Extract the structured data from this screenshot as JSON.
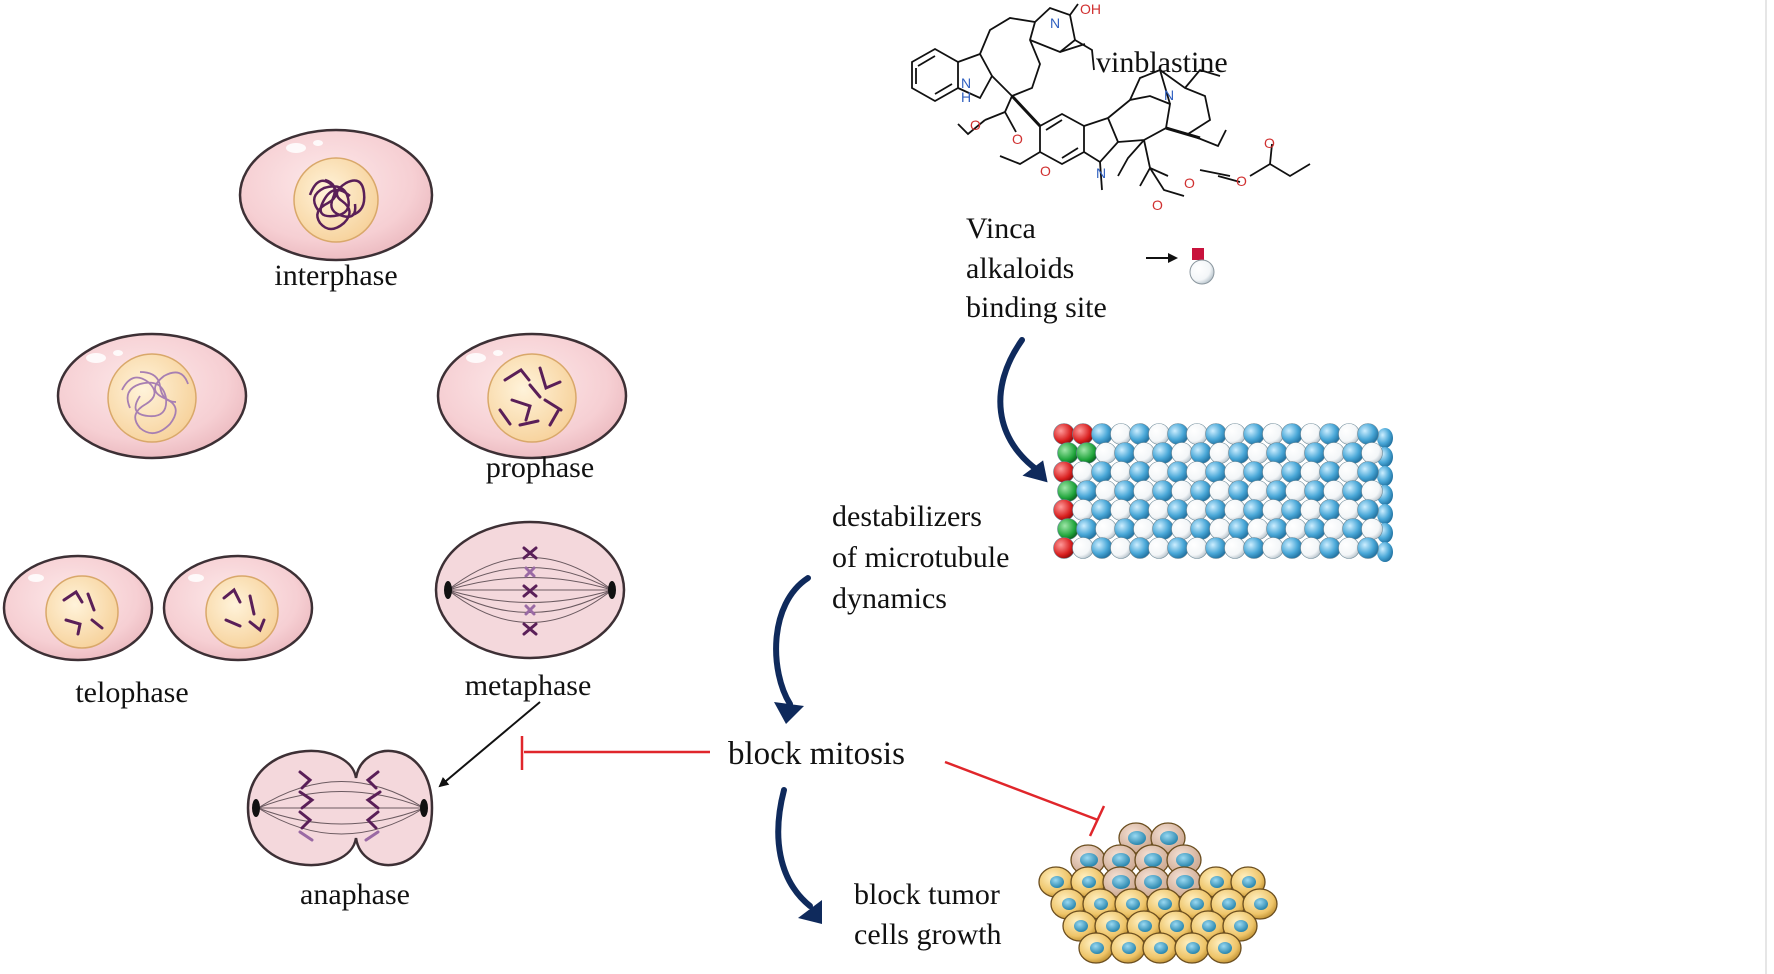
{
  "phases": {
    "interphase": "interphase",
    "prophase": "prophase",
    "telophase": "telophase",
    "metaphase": "metaphase",
    "anaphase": "anaphase"
  },
  "molecule": {
    "name": "vinblastine",
    "atoms": {
      "oh": "OH",
      "nh_n": "N",
      "nh_h": "H",
      "n": "N",
      "o": "O"
    }
  },
  "binding_site": [
    "Vinca",
    "alkaloids",
    "binding site"
  ],
  "destabilizers": [
    "destabilizers",
    "of microtubule",
    "dynamics"
  ],
  "block_mitosis": "block mitosis",
  "block_tumor": [
    "block tumor",
    "cells growth"
  ],
  "colors": {
    "cell_fill": "#f7d3d6",
    "cell_stroke": "#4a3a3d",
    "nucleus_fill": "#fbe0b8",
    "chromatin": "#5a1f58",
    "arrow_navy": "#0f2a5c",
    "inhibit_red": "#e0262b",
    "tubulin_blue": "#4aa8d8",
    "tubulin_white": "#ffffff",
    "tumor_cell": "#efc46a",
    "tumor_nucleus": "#2a8fb8"
  }
}
